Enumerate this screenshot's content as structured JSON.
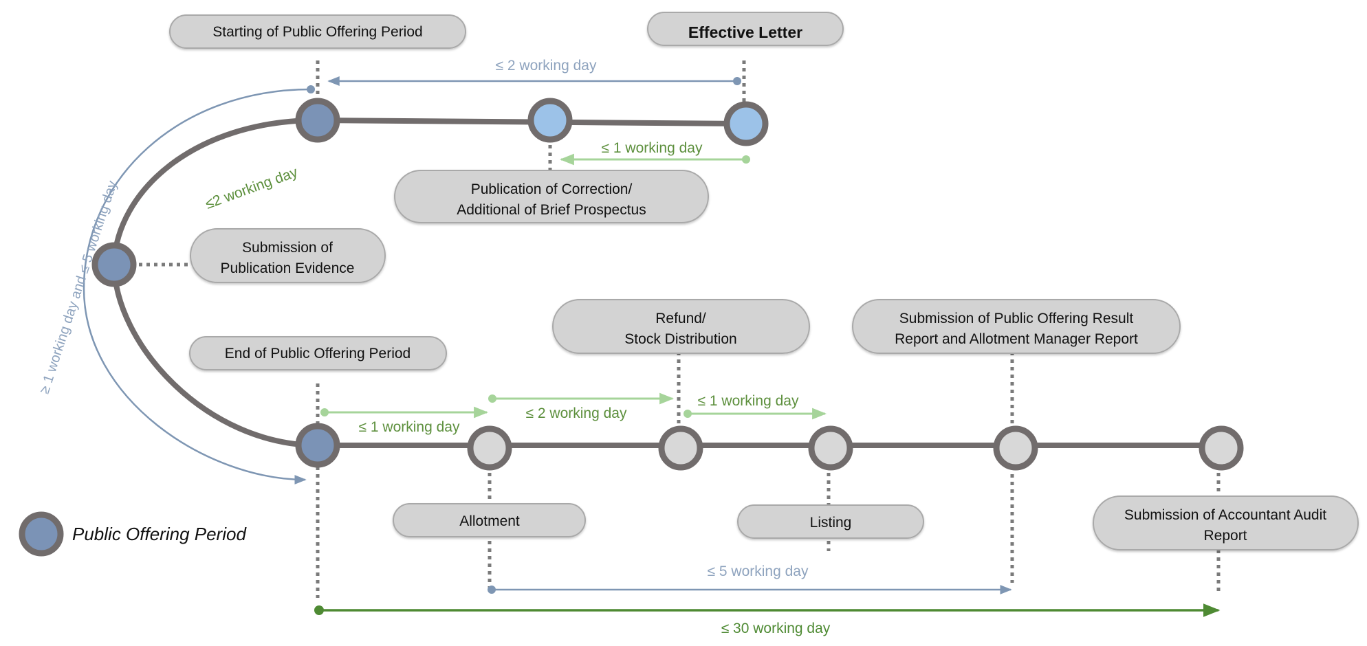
{
  "colors": {
    "track": "#716c6c",
    "node_blue": "#7b93b6",
    "node_light_blue": "#9cc2e8",
    "node_grey": "#d8d8d8",
    "box_fill": "#d3d3d3",
    "box_stroke": "#a9a9a9",
    "dotted": "#7a7a7a",
    "steel": "#7e96b3",
    "light_green": "#a6d49a",
    "green_text": "#5c8f3c",
    "dark_green": "#4e8a33"
  },
  "boxes": {
    "start_period": "Starting of Public Offering Period",
    "effective_letter": "Effective Letter",
    "publication_correction_line1": "Publication of Correction/",
    "publication_correction_line2": "Additional of Brief Prospectus",
    "publication_evidence_line1": "Submission of",
    "publication_evidence_line2": "Publication Evidence",
    "end_period": "End of Public Offering Period",
    "refund_line1": "Refund/",
    "refund_line2": "Stock Distribution",
    "result_report_line1": "Submission of Public Offering Result",
    "result_report_line2": "Report and Allotment Manager Report",
    "allotment": "Allotment",
    "listing": "Listing",
    "audit_line1": "Submission of Accountant Audit",
    "audit_line2": "Report"
  },
  "intervals": {
    "effective_to_start": "≤ 2 working day",
    "effective_to_publication": "≤ 1 working day",
    "start_to_evidence": "≤2 working day",
    "outer_arc": "≥ 1 working day and ≤ 5 working day",
    "end_to_allotment": "≤ 1 working day",
    "allotment_to_refund": "≤ 2 working day",
    "refund_to_listing": "≤ 1 working day",
    "allotment_to_result": "≤ 5 working day",
    "end_to_audit": "≤ 30 working day"
  },
  "legend": {
    "label": "Public Offering Period"
  }
}
